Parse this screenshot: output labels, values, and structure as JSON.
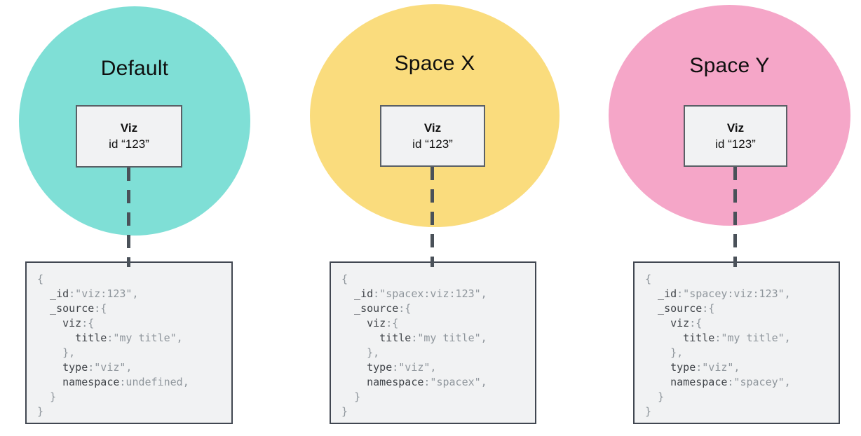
{
  "colors": {
    "background": "#ffffff",
    "code_key": "#404449",
    "code_value": "#8f969c",
    "connector": "#4a5159",
    "code_box_border": "#414751",
    "viz_box_border": "#5a6066",
    "box_fill": "#f1f2f3",
    "title_text": "#0f0f0f"
  },
  "panels": [
    {
      "title": "Default",
      "circle_color": "#7fdfd6",
      "viz": {
        "label": "Viz",
        "id_line": "id “123”"
      },
      "code": {
        "lines": [
          {
            "k": "",
            "v": "{"
          },
          {
            "k": "  _id",
            "v": ":\"viz:123\","
          },
          {
            "k": "  _source",
            "v": ":{"
          },
          {
            "k": "    viz",
            "v": ":{"
          },
          {
            "k": "      title",
            "v": ":\"my title\","
          },
          {
            "k": "    ",
            "v": "},"
          },
          {
            "k": "    type",
            "v": ":\"viz\","
          },
          {
            "k": "    namespace",
            "v": ":undefined,"
          },
          {
            "k": "  ",
            "v": "}"
          },
          {
            "k": "",
            "v": "}"
          }
        ]
      }
    },
    {
      "title": "Space X",
      "circle_color": "#fadc7d",
      "viz": {
        "label": "Viz",
        "id_line": "id “123”"
      },
      "code": {
        "lines": [
          {
            "k": "",
            "v": "{"
          },
          {
            "k": "  _id",
            "v": ":\"spacex:viz:123\","
          },
          {
            "k": "  _source",
            "v": ":{"
          },
          {
            "k": "    viz",
            "v": ":{"
          },
          {
            "k": "      title",
            "v": ":\"my title\","
          },
          {
            "k": "    ",
            "v": "},"
          },
          {
            "k": "    type",
            "v": ":\"viz\","
          },
          {
            "k": "    namespace",
            "v": ":\"spacex\","
          },
          {
            "k": "  ",
            "v": "}"
          },
          {
            "k": "",
            "v": "}"
          }
        ]
      }
    },
    {
      "title": "Space Y",
      "circle_color": "#f5a6c8",
      "viz": {
        "label": "Viz",
        "id_line": "id “123”"
      },
      "code": {
        "lines": [
          {
            "k": "",
            "v": "{"
          },
          {
            "k": "  _id",
            "v": ":\"spacey:viz:123\","
          },
          {
            "k": "  _source",
            "v": ":{"
          },
          {
            "k": "    viz",
            "v": ":{"
          },
          {
            "k": "      title",
            "v": ":\"my title\","
          },
          {
            "k": "    ",
            "v": "},"
          },
          {
            "k": "    type",
            "v": ":\"viz\","
          },
          {
            "k": "    namespace",
            "v": ":\"spacey\","
          },
          {
            "k": "  ",
            "v": "}"
          },
          {
            "k": "",
            "v": "}"
          }
        ]
      }
    }
  ]
}
